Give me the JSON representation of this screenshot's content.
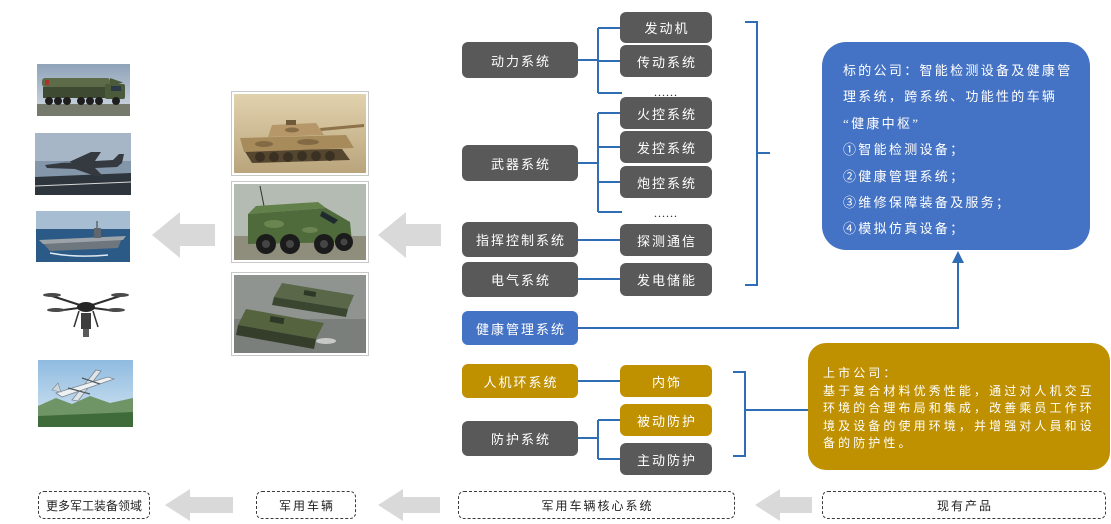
{
  "colors": {
    "dark": "#595959",
    "blue": "#4472C4",
    "gold": "#BF9000",
    "connector": "#2F6DB5",
    "arrow": "#D9D9D9"
  },
  "figures": {
    "equipment_domains": [
      "missile-launcher-truck",
      "fighter-jet",
      "aircraft-carrier",
      "quadcopter-drone",
      "fixed-wing-drone"
    ],
    "military_vehicles": [
      "desert-camo-tank",
      "armored-wheeled-vehicle",
      "amphibious-tracked-vehicles"
    ]
  },
  "systems": {
    "power": {
      "label": "动力系统",
      "subs": [
        "发动机",
        "传动系统",
        "......"
      ]
    },
    "weapon": {
      "label": "武器系统",
      "subs": [
        "火控系统",
        "发控系统",
        "炮控系统",
        "......"
      ]
    },
    "command": {
      "label": "指挥控制系统",
      "subs": [
        "探测通信"
      ]
    },
    "electric": {
      "label": "电气系统",
      "subs": [
        "发电储能"
      ]
    },
    "health": {
      "label": "健康管理系统"
    },
    "hmi": {
      "label": "人机环系统",
      "subs": [
        "内饰"
      ]
    },
    "protection": {
      "label": "防护系统",
      "subs": [
        "被动防护",
        "主动防护"
      ]
    }
  },
  "target_company": {
    "lines": [
      "标的公司：智能检测设备及健康管",
      "理系统，跨系统、功能性的车辆",
      "“健康中枢”",
      "①智能检测设备；",
      "②健康管理系统；",
      "③维修保障装备及服务；",
      "④模拟仿真设备；"
    ]
  },
  "listed_company": {
    "lines": [
      "上市公司：",
      "基于复合材料优秀性能，通过对人机交互",
      "环境的合理布局和集成，改善乘员工作环",
      "境及设备的使用环境，并增强对人員和设",
      "备的防护性。"
    ]
  },
  "footer": {
    "more_equipment": "更多军工装备领域",
    "military_vehicles": "军用车辆",
    "core_systems": "军用车辆核心系统",
    "existing_products": "现有产品"
  }
}
